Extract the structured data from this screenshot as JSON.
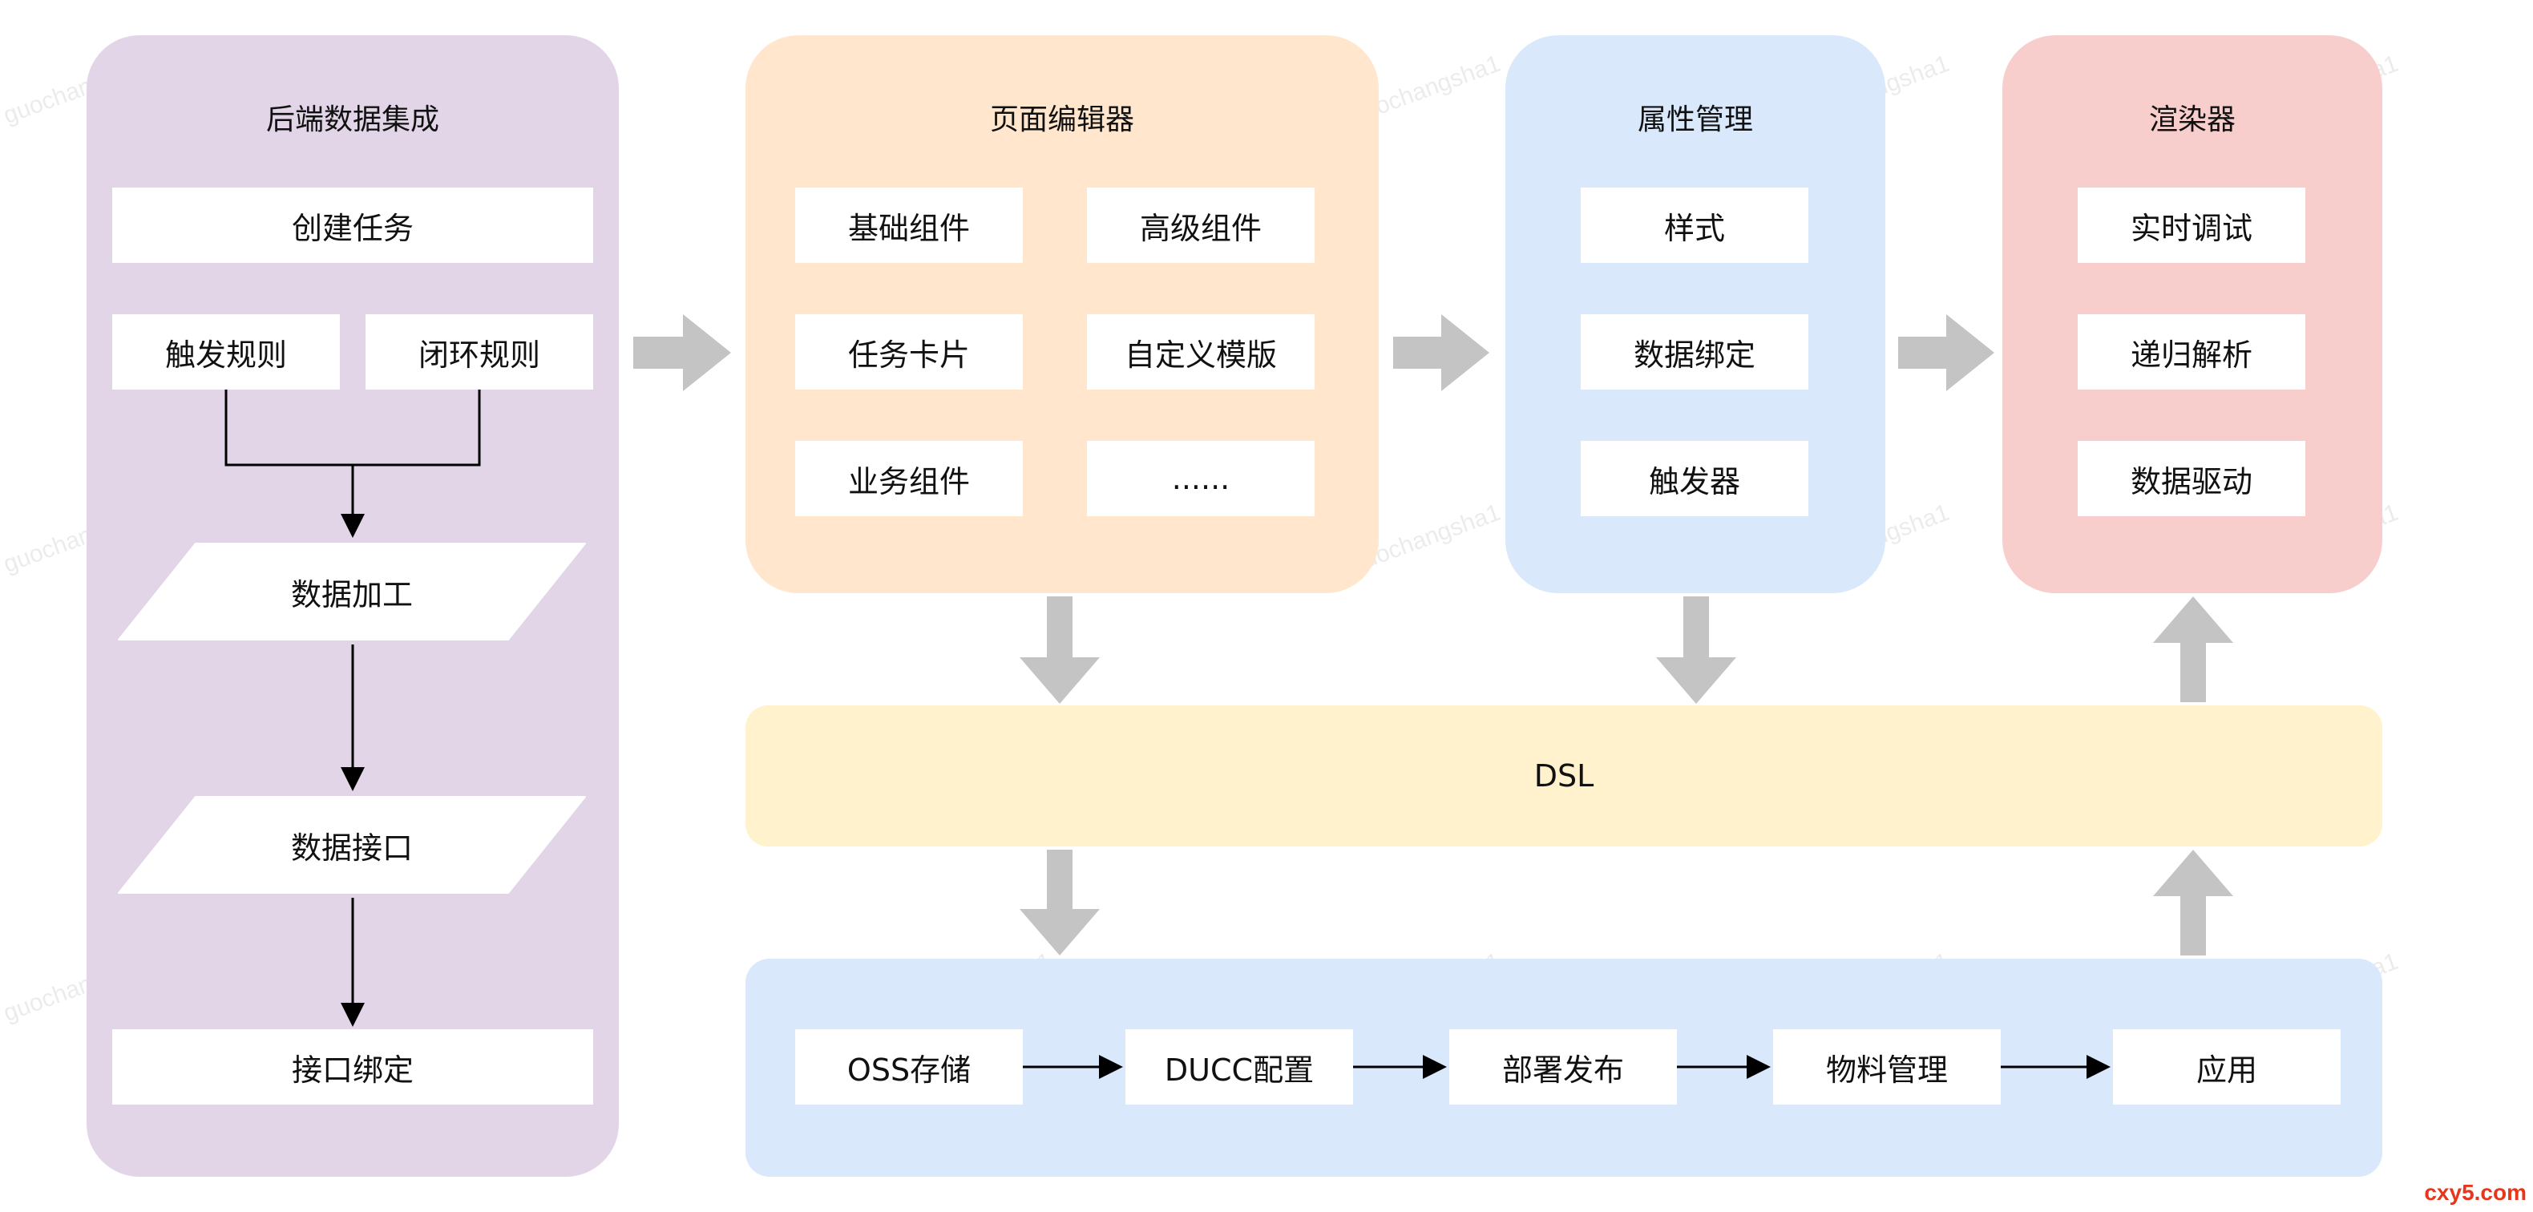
{
  "colors": {
    "backend_panel": "#e1d5e7",
    "editor_panel": "#ffe6cc",
    "property_panel": "#dae8fc",
    "renderer_panel": "#f8cecc",
    "dsl_bar": "#fff2cc",
    "deploy_panel": "#dae8fc",
    "big_arrow": "#c4c4c4",
    "connector": "#000000"
  },
  "backend": {
    "title": "后端数据集成",
    "create_task": "创建任务",
    "trigger_rule": "触发规则",
    "loop_rule": "闭环规则",
    "data_processing": "数据加工",
    "data_interface": "数据接口",
    "interface_binding": "接口绑定"
  },
  "editor": {
    "title": "页面编辑器",
    "items": [
      "基础组件",
      "高级组件",
      "任务卡片",
      "自定义模版",
      "业务组件",
      "......"
    ]
  },
  "property": {
    "title": "属性管理",
    "items": [
      "样式",
      "数据绑定",
      "触发器"
    ]
  },
  "renderer": {
    "title": "渲染器",
    "items": [
      "实时调试",
      "递归解析",
      "数据驱动"
    ]
  },
  "dsl": {
    "label": "DSL"
  },
  "deploy": {
    "steps": [
      "OSS存储",
      "DUCC配置",
      "部署发布",
      "物料管理",
      "应用"
    ]
  },
  "watermark": {
    "text": "guochangsha1"
  },
  "site_mark": {
    "text": "cxy5.com"
  }
}
